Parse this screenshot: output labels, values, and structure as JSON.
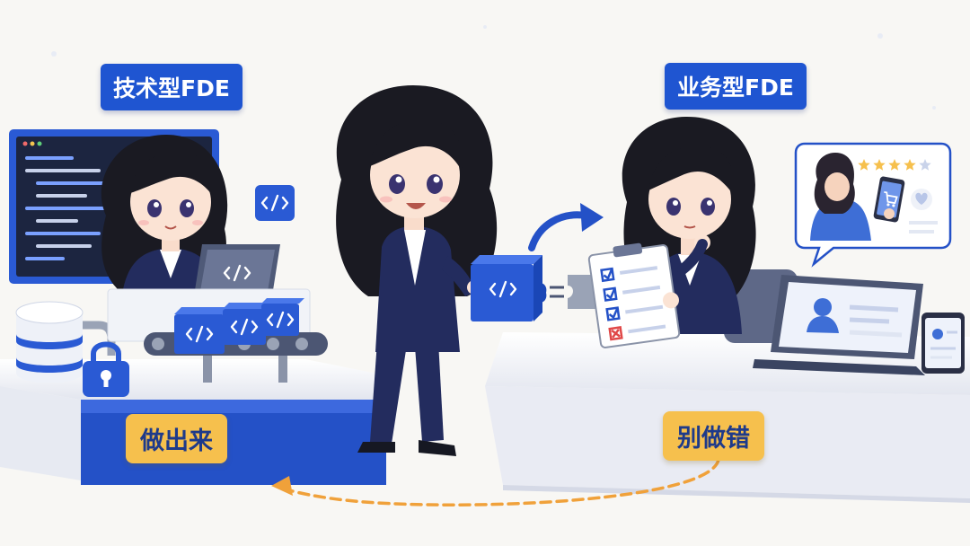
{
  "labels": {
    "technical_fde": "技术型FDE",
    "business_fde": "业务型FDE",
    "build_it": "做出来",
    "dont_get_wrong": "别做错"
  },
  "colors": {
    "primary_blue": "#1f55d1",
    "highlight_yellow": "#f6c04d",
    "arrow_orange": "#f0a13a",
    "suit_navy": "#232c5e",
    "background": "#f8f7f4"
  },
  "icons": {
    "code_icon": "code-brackets-icon",
    "lock_icon": "lock-icon",
    "database_icon": "database-icon",
    "checklist_icon": "checklist-icon",
    "shopping_cart_icon": "shopping-cart-icon",
    "heart_icon": "heart-icon",
    "star_icon": "star-icon"
  },
  "rating": {
    "filled_stars": 4,
    "total_stars": 5
  }
}
